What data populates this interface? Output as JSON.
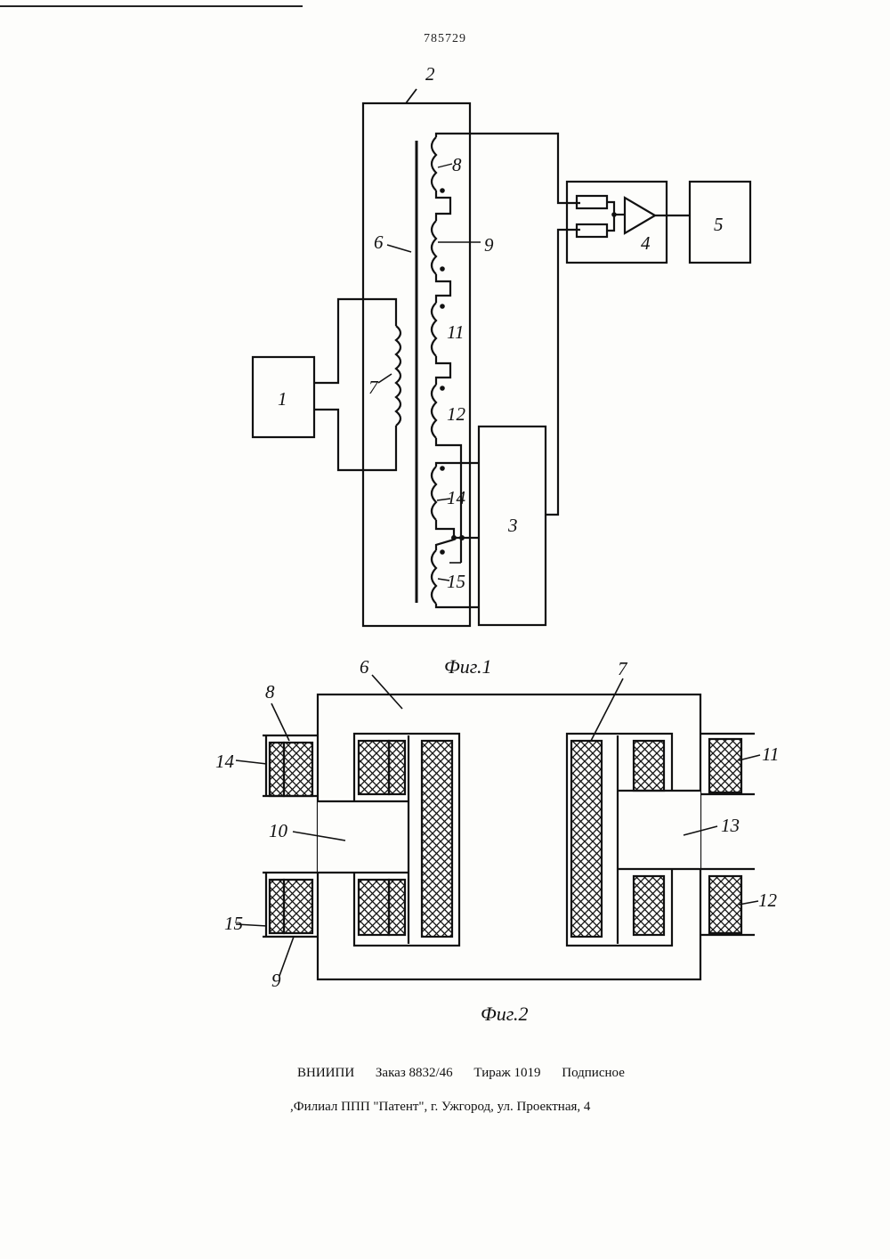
{
  "header": {
    "patent_number": "785729"
  },
  "fig1": {
    "caption": "Фиг.1",
    "labels": {
      "block1": "1",
      "housing2": "2",
      "block3": "3",
      "amplifier4": "4",
      "block5": "5",
      "core6": "6",
      "coil7": "7",
      "coil8": "8",
      "coil9": "9",
      "coil11": "11",
      "coil12": "12",
      "coil14": "14",
      "coil15": "15"
    }
  },
  "fig2": {
    "caption": "Фиг.2",
    "labels": {
      "core6": "6",
      "coil7": "7",
      "coil8": "8",
      "coil9": "9",
      "gap10": "10",
      "coil11": "11",
      "coil12": "12",
      "gap13": "13",
      "coil14": "14",
      "coil15": "15"
    }
  },
  "footer": {
    "org": "ВНИИПИ",
    "order": "Заказ 8832/46",
    "circulation": "Тираж 1019",
    "subscription": "Подписное",
    "address": ",Филиал ППП \"Патент\", г. Ужгород, ул. Проектная, 4"
  }
}
